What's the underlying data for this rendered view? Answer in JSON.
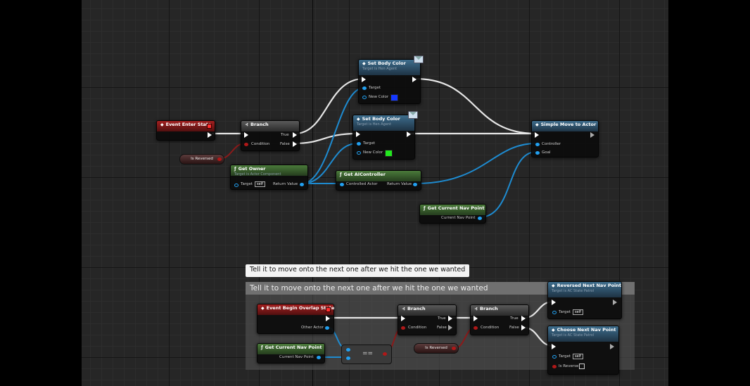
{
  "comment": {
    "bubble": "Tell it to move onto the next one after we hit the one we wanted",
    "title": "Tell it to move onto the next one after we hit the one we wanted"
  },
  "nodes": {
    "event_enter_state": {
      "title": "Event Enter State"
    },
    "is_reversed_1": {
      "label": "Is Reversed"
    },
    "branch_1": {
      "title": "Branch",
      "condition": "Condition",
      "true": "True",
      "false": "False"
    },
    "set_body_color_1": {
      "title": "Set Body Color",
      "subtitle": "Target is Hen Agent",
      "target": "Target",
      "new_color": "New Color",
      "color": "#1438ff"
    },
    "set_body_color_2": {
      "title": "Set Body Color",
      "subtitle": "Target is Hen Agent",
      "target": "Target",
      "new_color": "New Color",
      "color": "#22e81e"
    },
    "get_owner": {
      "title": "Get Owner",
      "subtitle": "Target is Actor Component",
      "target": "Target",
      "self": "self",
      "return": "Return Value"
    },
    "get_ai_controller": {
      "title": "Get AIController",
      "controlled": "Controlled Actor",
      "return": "Return Value"
    },
    "get_current_nav_point_1": {
      "title": "Get Current Nav Point",
      "output": "Current Nav Point"
    },
    "simple_move": {
      "title": "Simple Move to Actor",
      "controller": "Controller",
      "goal": "Goal"
    },
    "event_begin_overlap": {
      "title": "Event Begin Overlap State",
      "other": "Other Actor"
    },
    "get_current_nav_point_2": {
      "title": "Get Current Nav Point",
      "output": "Current Nav Point"
    },
    "equals": {
      "label": "=="
    },
    "branch_2": {
      "title": "Branch",
      "condition": "Condition",
      "true": "True",
      "false": "False"
    },
    "branch_3": {
      "title": "Branch",
      "condition": "Condition",
      "true": "True",
      "false": "False"
    },
    "is_reversed_2": {
      "label": "Is Reversed"
    },
    "reversed_next": {
      "title": "Reversed Next Nav Point",
      "subtitle": "Target is AC State Patrol",
      "target": "Target",
      "self": "self"
    },
    "choose_next": {
      "title": "Choose Next Nav Point",
      "subtitle": "Target is AC State Patrol",
      "target": "Target",
      "self": "self",
      "reverse": "Is Reverse"
    }
  }
}
